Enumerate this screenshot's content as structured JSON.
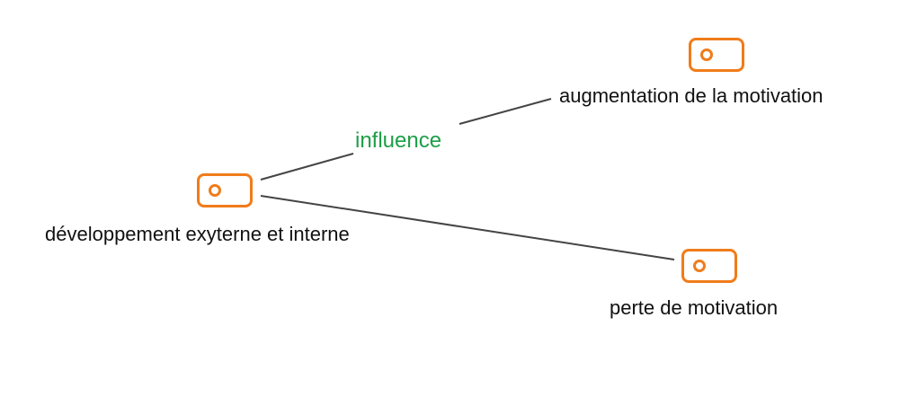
{
  "colors": {
    "node_accent": "#f07c1a",
    "edge_line": "#444444",
    "edge_label": "#1e9e48",
    "text": "#111111"
  },
  "nodes": [
    {
      "id": "dev",
      "label": "développement exyterne et interne",
      "icon": "concept-node-icon"
    },
    {
      "id": "aug",
      "label": "augmentation de la motivation",
      "icon": "concept-node-icon"
    },
    {
      "id": "perte",
      "label": "perte de motivation",
      "icon": "concept-node-icon"
    }
  ],
  "edges": [
    {
      "from": "dev",
      "to": "aug",
      "label": "influence"
    },
    {
      "from": "dev",
      "to": "perte",
      "label": ""
    }
  ]
}
